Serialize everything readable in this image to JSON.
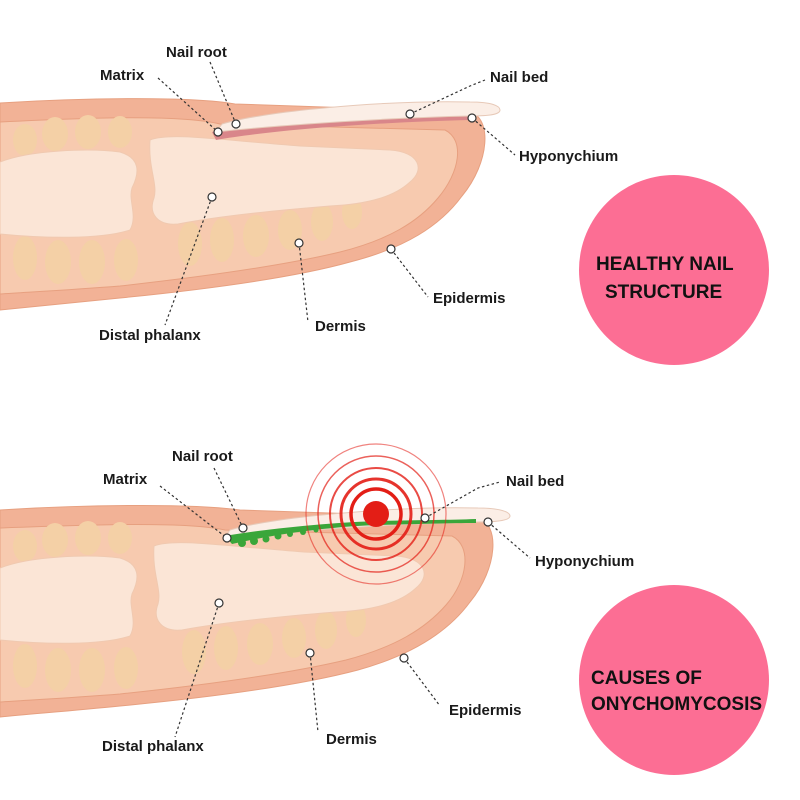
{
  "colors": {
    "skin_outer": "#f2b296",
    "skin_mid": "#f7caaf",
    "bone": "#fbe5d6",
    "fat_lobe": "#f4d0a6",
    "nail": "#fbeee6",
    "nail_bed": "#d9868a",
    "infection": "#3aa63a",
    "badge": "#fc6e94",
    "target_red": "#e31e16"
  },
  "panels": [
    {
      "title_lines": [
        "HEALTHY NAIL",
        "STRUCTURE"
      ],
      "labels": {
        "nail_root": "Nail root",
        "matrix": "Matrix",
        "nail_bed": "Nail bed",
        "hyponychium": "Hyponychium",
        "epidermis": "Epidermis",
        "dermis": "Dermis",
        "distal_phalanx": "Distal phalanx"
      }
    },
    {
      "title_lines": [
        "CAUSES OF",
        "ONYCHOMYCOSIS"
      ],
      "labels": {
        "nail_root": "Nail root",
        "matrix": "Matrix",
        "nail_bed": "Nail bed",
        "hyponychium": "Hyponychium",
        "epidermis": "Epidermis",
        "dermis": "Dermis",
        "distal_phalanx": "Distal phalanx"
      }
    }
  ]
}
